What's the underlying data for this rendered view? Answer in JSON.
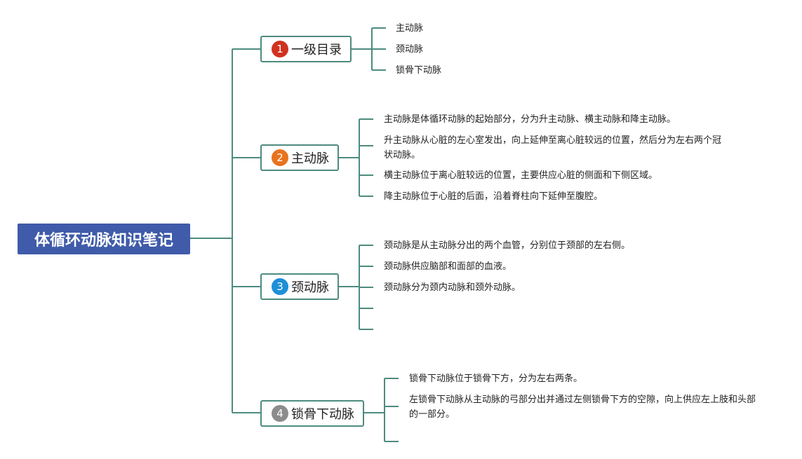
{
  "root": {
    "title": "体循环动脉知识笔记",
    "color": "#3f5ba9"
  },
  "line_color": "#4d8b7f",
  "branches": [
    {
      "number": "1",
      "label": "一级目录",
      "badge_color": "#d0321f",
      "items": [
        "主动脉",
        "颈动脉",
        "锁骨下动脉"
      ]
    },
    {
      "number": "2",
      "label": "主动脉",
      "badge_color": "#e8731f",
      "items": [
        "主动脉是体循环动脉的起始部分，分为升主动脉、横主动脉和降主动脉。",
        "升主动脉从心脏的左心室发出，向上延伸至离心脏较远的位置，然后分为左右两个冠状动脉。",
        "横主动脉位于离心脏较远的位置，主要供应心脏的侧面和下侧区域。",
        "降主动脉位于心脏的后面，沿着脊柱向下延伸至腹腔。"
      ]
    },
    {
      "number": "3",
      "label": "颈动脉",
      "badge_color": "#1e8fd8",
      "items": [
        "颈动脉是从主动脉分出的两个血管，分别位于颈部的左右侧。",
        "颈动脉供应脑部和面部的血液。",
        "颈动脉分为颈内动脉和颈外动脉。",
        "",
        ""
      ]
    },
    {
      "number": "4",
      "label": "锁骨下动脉",
      "badge_color": "#8c8c8c",
      "items": [
        "锁骨下动脉位于锁骨下方，分为左右两条。",
        "左锁骨下动脉从主动脉的弓部分出并通过左侧锁骨下方的空隙，向上供应左上肢和头部的一部分。",
        ""
      ]
    }
  ]
}
